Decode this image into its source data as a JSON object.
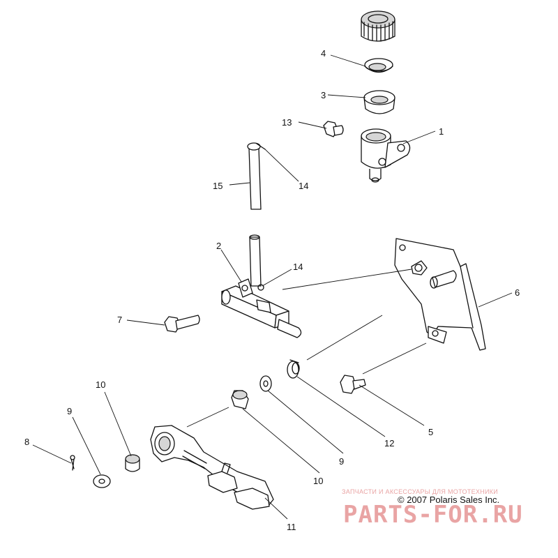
{
  "diagram": {
    "callouts": [
      {
        "id": "c1",
        "label": "1"
      },
      {
        "id": "c2",
        "label": "2"
      },
      {
        "id": "c3",
        "label": "3"
      },
      {
        "id": "c4",
        "label": "4"
      },
      {
        "id": "c5",
        "label": "5"
      },
      {
        "id": "c6",
        "label": "6"
      },
      {
        "id": "c7",
        "label": "7"
      },
      {
        "id": "c8",
        "label": "8"
      },
      {
        "id": "c9a",
        "label": "9"
      },
      {
        "id": "c9b",
        "label": "9"
      },
      {
        "id": "c10a",
        "label": "10"
      },
      {
        "id": "c10b",
        "label": "10"
      },
      {
        "id": "c11",
        "label": "11"
      },
      {
        "id": "c12",
        "label": "12"
      },
      {
        "id": "c13",
        "label": "13"
      },
      {
        "id": "c14a",
        "label": "14"
      },
      {
        "id": "c14b",
        "label": "14"
      },
      {
        "id": "c15",
        "label": "15"
      }
    ],
    "copyright": "© 2007 Polaris Sales Inc.",
    "watermark_tagline": "ЗАПЧАСТИ И АКСЕССУАРЫ ДЛЯ МОТОТЕХНИКИ",
    "watermark_brand": "PARTS-FOR.RU"
  }
}
